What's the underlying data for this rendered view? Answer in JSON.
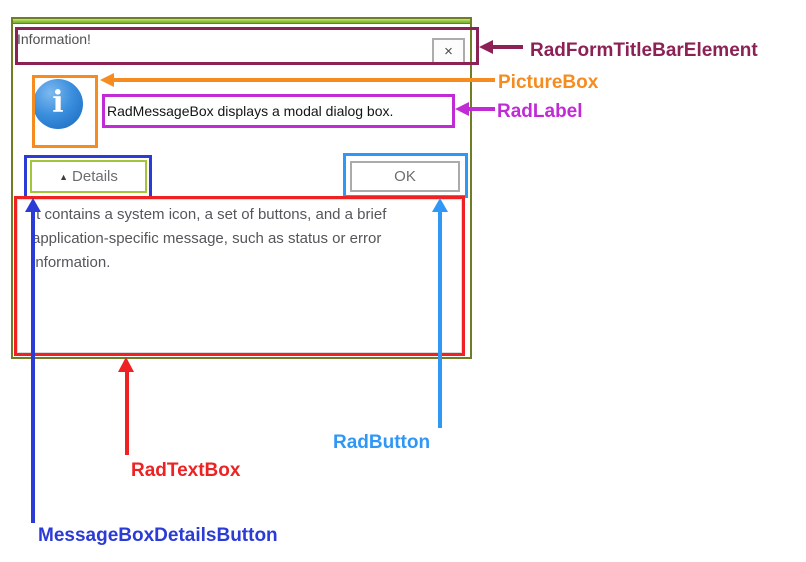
{
  "dialog": {
    "title": "Information!",
    "close": "×",
    "info_icon_glyph": "i",
    "message": "RadMessageBox displays a modal dialog box.",
    "details_arrow": "▲",
    "details": "Details",
    "ok": "OK",
    "body_line1": "It contains a system icon, a set of buttons, and a brief",
    "body_line2": "application-specific message, such as status or error",
    "body_line3": "information."
  },
  "annotations": {
    "titlebar_label": "RadFormTitleBarElement",
    "picturebox_label": "PictureBox",
    "radlabel_label": "RadLabel",
    "radbutton_label": "RadButton",
    "radtextbox_label": "RadTextBox",
    "detailsbutton_label": "MessageBoxDetailsButton"
  },
  "colors": {
    "titlebar_annotation": "#8C2156",
    "picturebox_annotation": "#F68B1F",
    "radlabel_annotation": "#C02BD6",
    "radbutton_annotation": "#2F97F5",
    "radtextbox_annotation": "#EE2222",
    "detailsbutton_annotation": "#2B3BD6",
    "form_border": "#6F7D24",
    "form_accent_green": "#8CC63F",
    "info_icon_blue": "#2E86D9",
    "body_text": "#55565A"
  }
}
